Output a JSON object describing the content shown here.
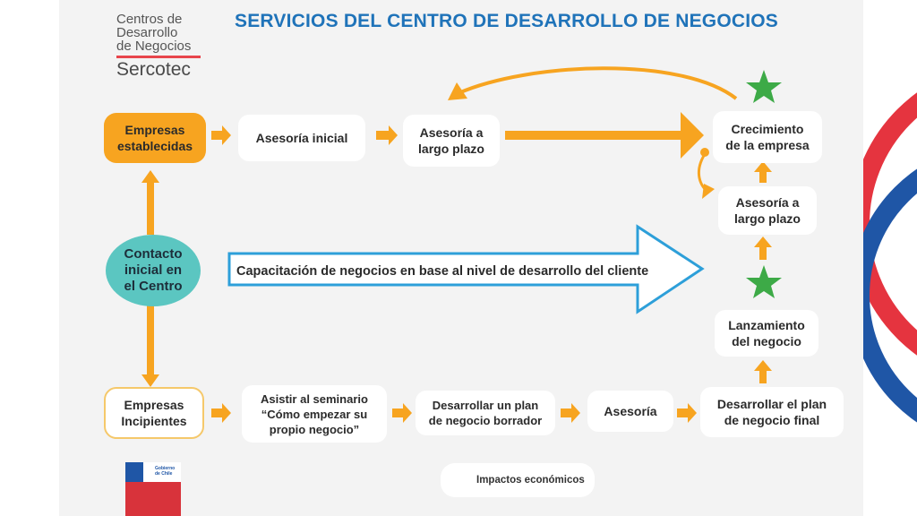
{
  "logo": {
    "line1": "Centros de",
    "line2": "Desarrollo",
    "line3": "de Negocios",
    "brand": "Sercotec"
  },
  "title": "SERVICIOS DEL CENTRO DE DESARROLLO DE NEGOCIOS",
  "nodes": {
    "empresas_establecidas": "Empresas\nestablecidas",
    "asesoria_inicial": "Asesoría inicial",
    "asesoria_largo_plazo_top": "Asesoría a\nlargo plazo",
    "crecimiento": "Crecimiento\nde la empresa",
    "asesoria_largo_plazo_right": "Asesoría a\nlargo plazo",
    "contacto": "Contacto\ninicial en\nel Centro",
    "capacitacion": "Capacitación de negocios en base al nivel de desarrollo del cliente",
    "lanzamiento": "Lanzamiento\ndel negocio",
    "empresas_incipientes": "Empresas\nIncipientes",
    "seminario": "Asistir al seminario\n“Cómo empezar su\npropio negocio”",
    "plan_borrador": "Desarrollar un plan\nde negocio borrador",
    "asesoria": "Asesoría",
    "plan_final": "Desarrollar el plan\nde negocio final"
  },
  "legend": {
    "label": "Impactos económicos",
    "star_color": "#3daa47"
  },
  "flag": {
    "text": "Gobierno de Chile"
  },
  "colors": {
    "title": "#1f73b9",
    "arrow": "#f7a420",
    "circle": "#5bc6c1",
    "big_arrow": "#2d9fd9",
    "star": "#3daa47"
  }
}
